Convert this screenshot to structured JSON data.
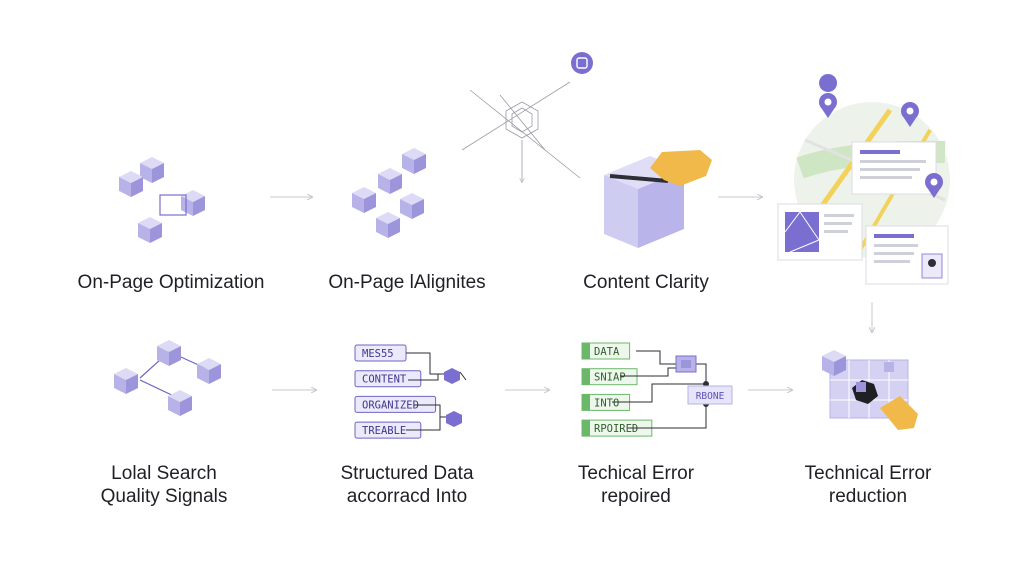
{
  "colors": {
    "cube_top": "#d8d6f3",
    "cube_left": "#b9b5e8",
    "cube_right": "#9d97dc",
    "accent": "#7a6fd0",
    "label_purple": "#6d65c4",
    "label_green": "#6cb86a",
    "arrow": "#c8c8d2",
    "map_road": "#f3d25c",
    "map_green": "#cfe6c4",
    "hand": "#f0b94a"
  },
  "top_row": [
    {
      "title": "On-Page Optimization"
    },
    {
      "title": "On-Page lAlignites"
    },
    {
      "title": "Content Clarity"
    }
  ],
  "bottom_row": [
    {
      "line1": "Lolal Search",
      "line2": "Quality Signals"
    },
    {
      "line1": "Structured Data",
      "line2": "accorracd Into"
    },
    {
      "line1": "Techical Error",
      "line2": "repoired"
    },
    {
      "line1": "Technical Error",
      "line2": "reduction"
    }
  ],
  "structured_tags": [
    "MES55",
    "CONTENT",
    "ORGANIZED",
    "TREABLE"
  ],
  "error_tags": [
    "DATA",
    "SNIAP",
    "INTO",
    "RPOIRED"
  ],
  "error_hub_label": "RBONE"
}
